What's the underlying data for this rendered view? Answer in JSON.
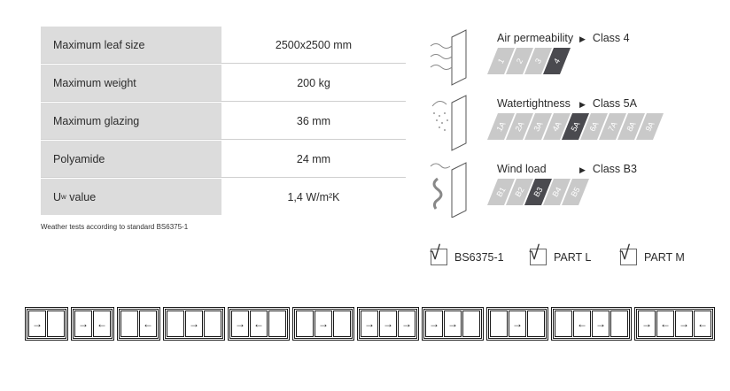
{
  "spec_rows": [
    {
      "label": "Maximum leaf size",
      "value": "2500x2500 mm"
    },
    {
      "label": "Maximum weight",
      "value": "200 kg"
    },
    {
      "label": "Maximum glazing",
      "value": "36 mm"
    },
    {
      "label": "Polyamide",
      "value": "24 mm"
    },
    {
      "label": "U",
      "label_sub": "w",
      "label_rest": " value",
      "value": "1,4 W/m²K"
    }
  ],
  "note": "Weather tests according to standard BS6375-1",
  "weather": [
    {
      "title": "Air permeability",
      "arrow": "▶",
      "class": "Class 4",
      "grades": [
        "1",
        "2",
        "3",
        "4"
      ],
      "active": "4",
      "icon": "air-permeability-icon"
    },
    {
      "title": "Watertightness",
      "arrow": "▶",
      "class": "Class 5A",
      "grades": [
        "1A",
        "2A",
        "3A",
        "4A",
        "5A",
        "6A",
        "7A",
        "8A",
        "9A"
      ],
      "active": "5A",
      "icon": "watertightness-icon"
    },
    {
      "title": "Wind load",
      "arrow": "▶",
      "class": "Class B3",
      "grades": [
        "B1",
        "B2",
        "B3",
        "B4",
        "B5"
      ],
      "active": "B3",
      "icon": "wind-load-icon"
    }
  ],
  "certifications": [
    {
      "tick": "√",
      "label": "BS6375-1"
    },
    {
      "tick": "√",
      "label": "PART L"
    },
    {
      "tick": "√",
      "label": "PART M"
    }
  ],
  "configurations": [
    [
      "→",
      ""
    ],
    [
      "→",
      "←"
    ],
    [
      "",
      "←"
    ],
    [
      "",
      "→",
      ""
    ],
    [
      "→",
      "←",
      ""
    ],
    [
      "",
      "→",
      ""
    ],
    [
      "→",
      "→",
      "→"
    ],
    [
      "→",
      "→",
      ""
    ],
    [
      "",
      "→",
      ""
    ],
    [
      "",
      "←",
      "→",
      ""
    ],
    [
      "→",
      "←",
      "→",
      "←"
    ]
  ],
  "colors": {
    "active_grade": "#4a4a4f",
    "inactive_grade": "#c9c9c9",
    "label_bg": "#dcdcdc"
  }
}
